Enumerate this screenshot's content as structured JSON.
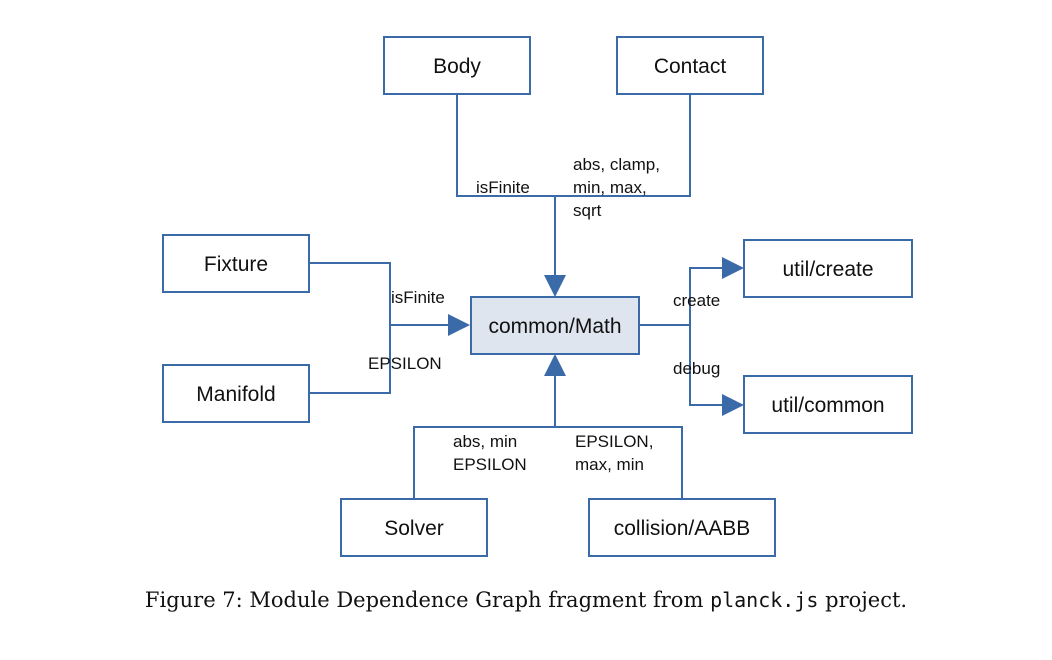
{
  "nodes": {
    "body": "Body",
    "contact": "Contact",
    "fixture": "Fixture",
    "manifold": "Manifold",
    "center": "common/Math",
    "util_create": "util/create",
    "util_common": "util/common",
    "solver": "Solver",
    "collision": "collision/AABB"
  },
  "edge_labels": {
    "body_line": "isFinite",
    "contact_line1": "abs, clamp,",
    "contact_line2": "min, max,",
    "contact_line3": "sqrt",
    "fixture_line": "isFinite",
    "manifold_line": "EPSILON",
    "create_line": "create",
    "debug_line": "debug",
    "solver_line1": "abs, min",
    "solver_line2": "EPSILON",
    "collision_line1": "EPSILON,",
    "collision_line2": "max, min"
  },
  "caption": {
    "prefix": "Figure 7: Module Dependence Graph fragment from",
    "code": "planck.js",
    "suffix": "project."
  },
  "colors": {
    "stroke": "#3a6aa8",
    "center_fill": "#dfe5ee"
  }
}
